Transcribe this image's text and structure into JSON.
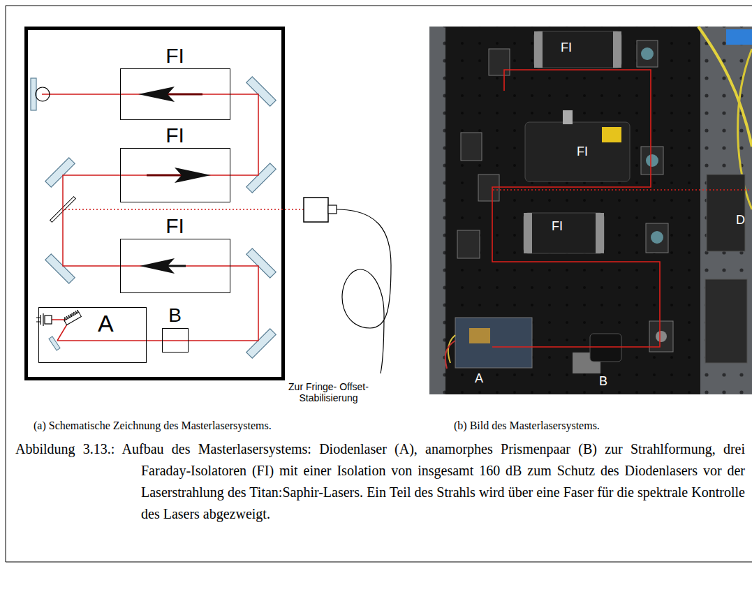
{
  "diagram": {
    "caption": "Abbildung 3.13.: Aufbau des Masterlasersystems: Diodenlaser (A), anamorphes Prismenpaar (B) zur Strahlformung, drei Faraday-Isolatoren (FI) mit einer Isolation von insgesamt 160 dB zum Schutz des Diodenlasers vor der Laserstrahlung des Titan:Saphir-Lasers. Ein Teil des Strahls wird über eine Faser für die spektrale Kontrolle des Lasers abgezweigt.",
    "nodes": [
      {
        "text": [
          "FI"
        ]
      },
      {
        "text": [
          "FI"
        ]
      },
      {
        "text": [
          "FI"
        ]
      },
      {
        "text": [
          "A"
        ]
      },
      {
        "text": [
          "B"
        ]
      }
    ],
    "edges": [
      {
        "from": 3,
        "to": 4,
        "arrow": "none"
      },
      {
        "from": 4,
        "to": 2,
        "arrow": "none"
      },
      {
        "from": 2,
        "to": 1,
        "arrow": "none"
      },
      {
        "from": 1,
        "to": 0,
        "arrow": "none"
      }
    ],
    "labels": [
      "Zur Fringe- Offset- Stabilisierung",
      "FI",
      "FI",
      "D",
      "FI",
      "A",
      "B",
      "(a) Schematische Zeichnung des Masterlasersystems.",
      "(b) Bild des Masterlasersystems."
    ]
  }
}
